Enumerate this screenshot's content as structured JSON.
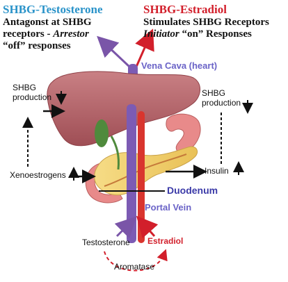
{
  "left_header": {
    "title": "SHBG-Testosterone",
    "line1": "Antagonst at SHBG",
    "line2_prefix": "receptors - ",
    "line2_italic": "Arrestor",
    "line3": "“off” responses"
  },
  "right_header": {
    "title": "SHBG-Estradiol",
    "line1": "Stimulates SHBG Receptors",
    "line2_italic": "Initiator",
    "line2_suffix": " “on” Responses"
  },
  "labels": {
    "vena_cava": "Vena Cava (heart)",
    "shbg_production_left_1": "SHBG",
    "shbg_production_left_2": "production",
    "shbg_production_right_1": "SHBG",
    "shbg_production_right_2": "production",
    "xenoestrogens": "Xenoestrogens",
    "insulin": "Insulin",
    "duodenum": "Duodenum",
    "portal_vein": "Portal Vein",
    "testosterone": "Testosterone",
    "estradiol": "Estradiol",
    "aromatase": "Aromatase"
  },
  "colors": {
    "blue_heading": "#2a93c9",
    "red_heading": "#d21f2b",
    "organ_label": "#6a63c7",
    "liver": "#b86468",
    "vein_purple": "#7c5bb4",
    "artery_red": "#d9352e",
    "pancreas": "#f1cf6e",
    "intestine": "#e88a8a",
    "gallbladder": "#4f8a3c",
    "arrow_purple": "#7a55a8"
  }
}
